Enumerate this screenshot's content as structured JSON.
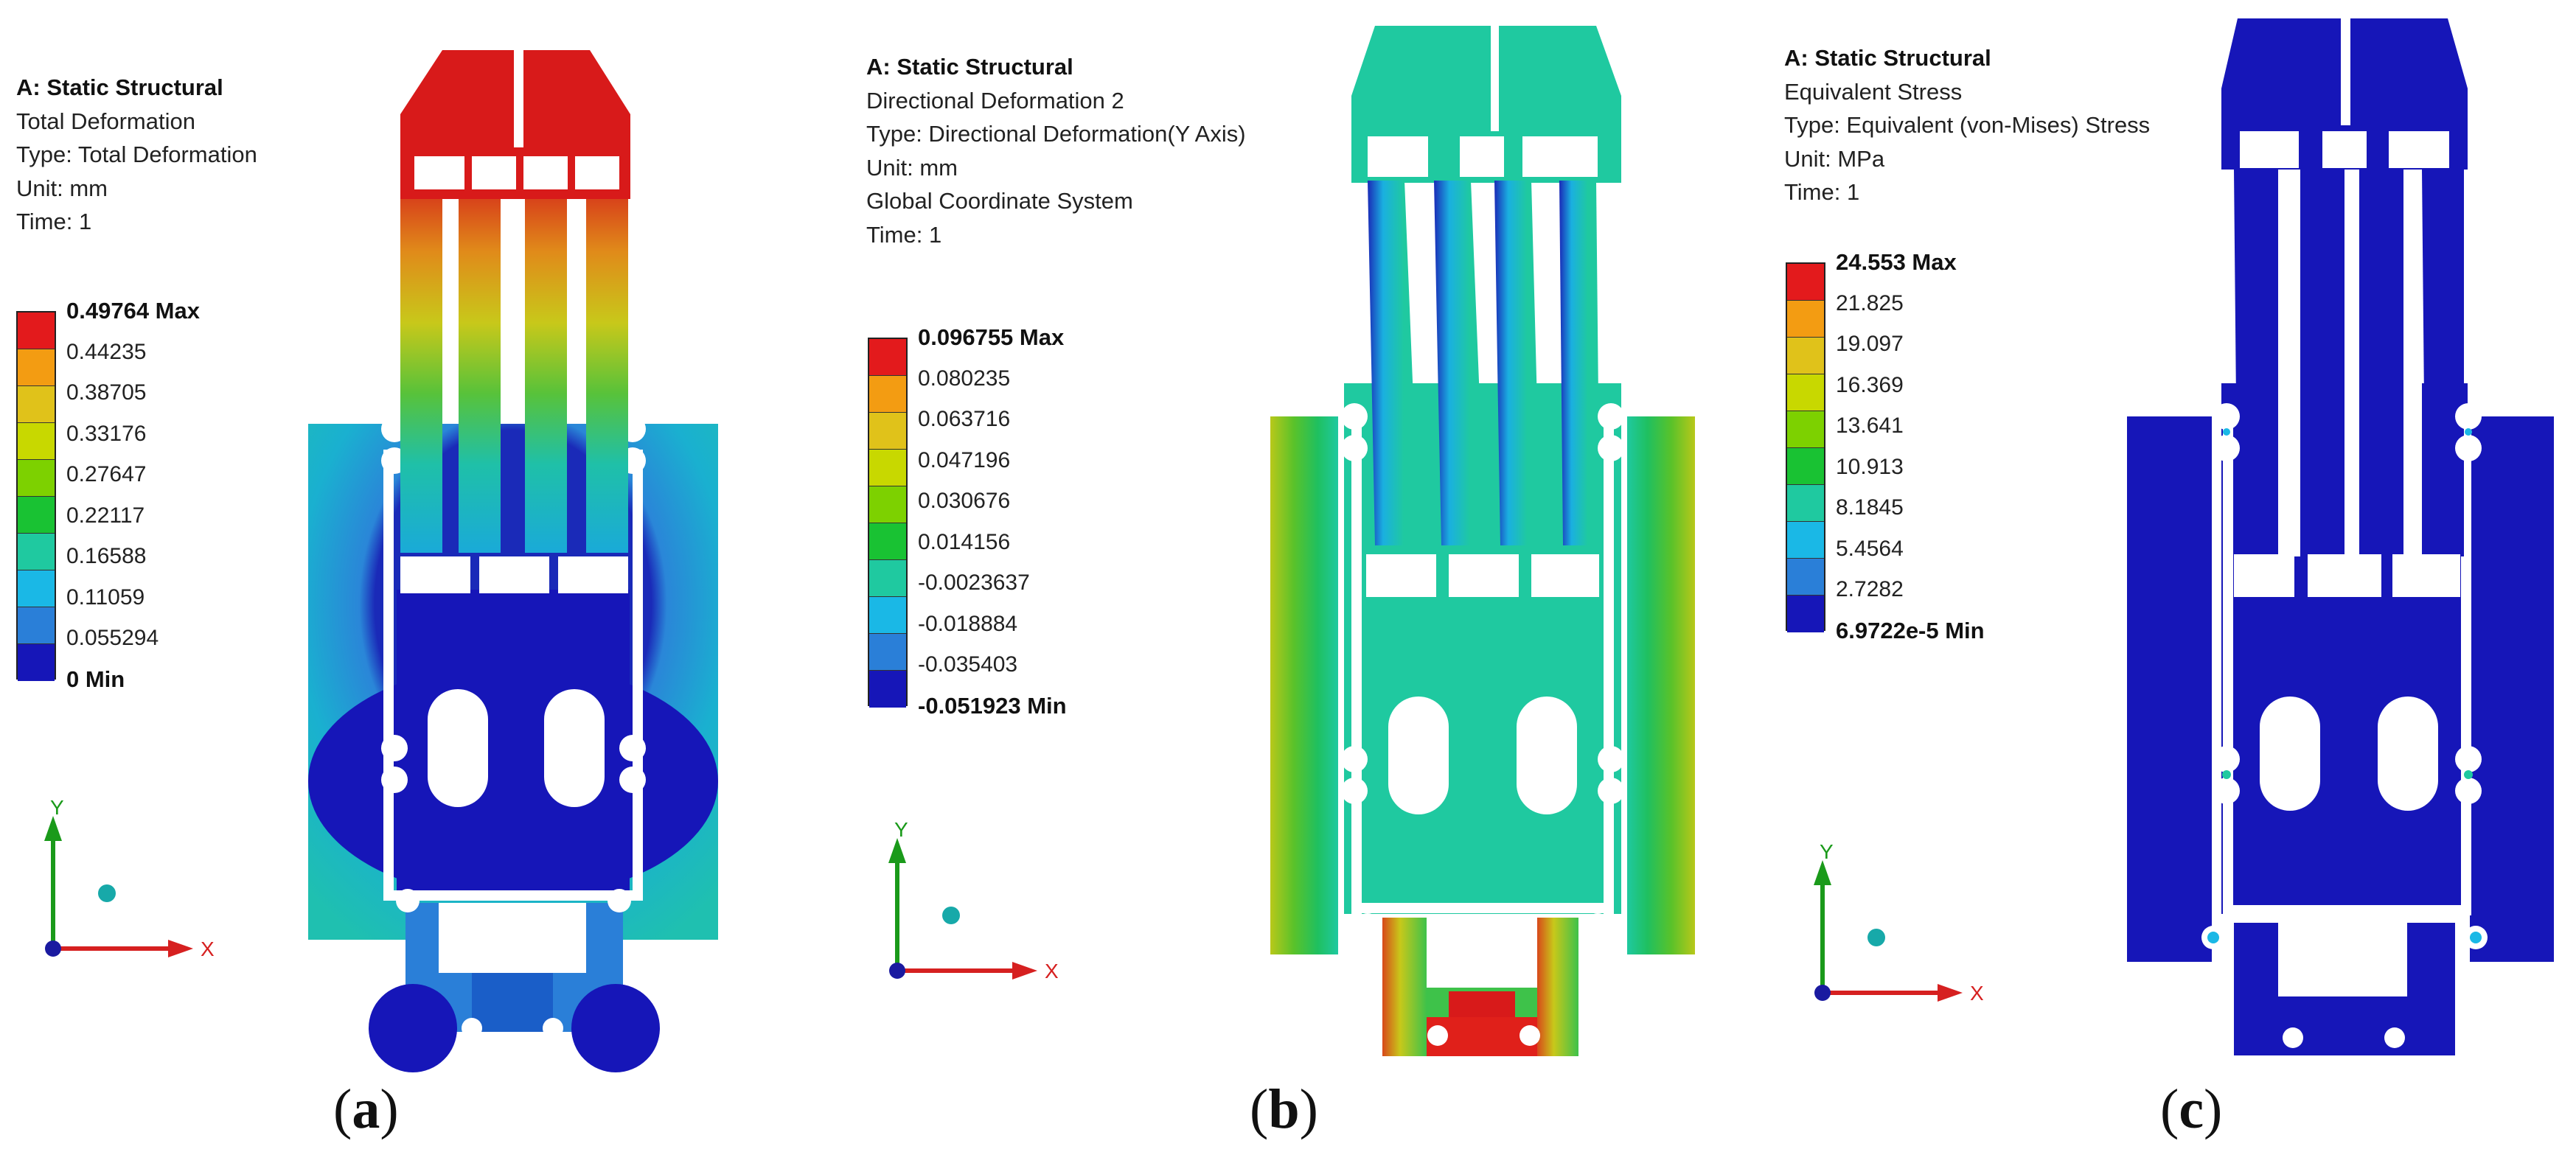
{
  "panels": [
    {
      "id": "a",
      "label": "a",
      "info": [
        "A: Static Structural",
        "Total Deformation",
        "Type: Total Deformation",
        "Unit: mm",
        "Time: 1"
      ],
      "legend": [
        "0.49764 Max",
        "0.44235",
        "0.38705",
        "0.33176",
        "0.27647",
        "0.22117",
        "0.16588",
        "0.11059",
        "0.055294",
        "0 Min"
      ],
      "triad": {
        "x": "X",
        "y": "Y"
      }
    },
    {
      "id": "b",
      "label": "b",
      "info": [
        "A: Static Structural",
        "Directional Deformation 2",
        "Type: Directional Deformation(Y Axis)",
        "Unit: mm",
        "Global Coordinate System",
        "Time: 1"
      ],
      "legend": [
        "0.096755 Max",
        "0.080235",
        "0.063716",
        "0.047196",
        "0.030676",
        "0.014156",
        "-0.0023637",
        "-0.018884",
        "-0.035403",
        "-0.051923 Min"
      ],
      "triad": {
        "x": "X",
        "y": "Y"
      }
    },
    {
      "id": "c",
      "label": "c",
      "info": [
        "A: Static Structural",
        "Equivalent Stress",
        "Type: Equivalent (von-Mises) Stress",
        "Unit: MPa",
        "Time: 1"
      ],
      "legend": [
        "24.553 Max",
        "21.825",
        "19.097",
        "16.369",
        "13.641",
        "10.913",
        "8.1845",
        "5.4564",
        "2.7282",
        "6.9722e-5 Min"
      ],
      "triad": {
        "x": "X",
        "y": "Y"
      }
    }
  ],
  "colors": {
    "scale": [
      "#e31a1c",
      "#f39c12",
      "#e0c21a",
      "#c8d800",
      "#7dd100",
      "#19c233",
      "#1fc9a0",
      "#1ab8e6",
      "#2a7fd8",
      "#1616b8"
    ],
    "x_axis": "#d62020",
    "y_axis": "#1a9a1a",
    "origin": "#1a1aa0",
    "sphere": "#17a9a9"
  }
}
